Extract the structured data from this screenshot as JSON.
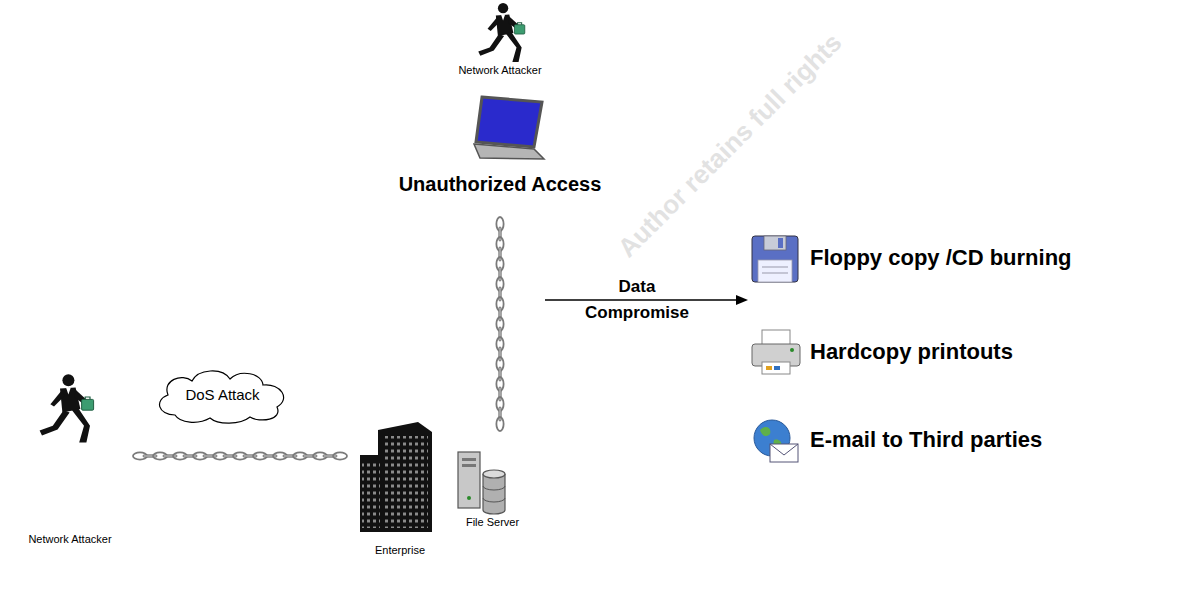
{
  "diagram": {
    "nodes": [
      {
        "text": [
          "Network Attacker",
          "Unauthorized Access"
        ]
      },
      {
        "text": [
          "DoS Attack"
        ]
      },
      {
        "text": [
          "Network Attacker"
        ]
      },
      {
        "text": [
          "Enterprise"
        ]
      },
      {
        "text": [
          "File Server"
        ]
      },
      {
        "text": [
          "Floppy copy /CD burning"
        ]
      },
      {
        "text": [
          "Hardcopy printouts"
        ]
      },
      {
        "text": [
          "E-mail to Third parties"
        ]
      }
    ],
    "edges": [
      {
        "from": 0,
        "to": 4,
        "arrow": "none"
      },
      {
        "from": 2,
        "to": 3,
        "arrow": "none"
      }
    ],
    "labels": [
      "Data Compromise",
      "Author retains full rights"
    ]
  }
}
